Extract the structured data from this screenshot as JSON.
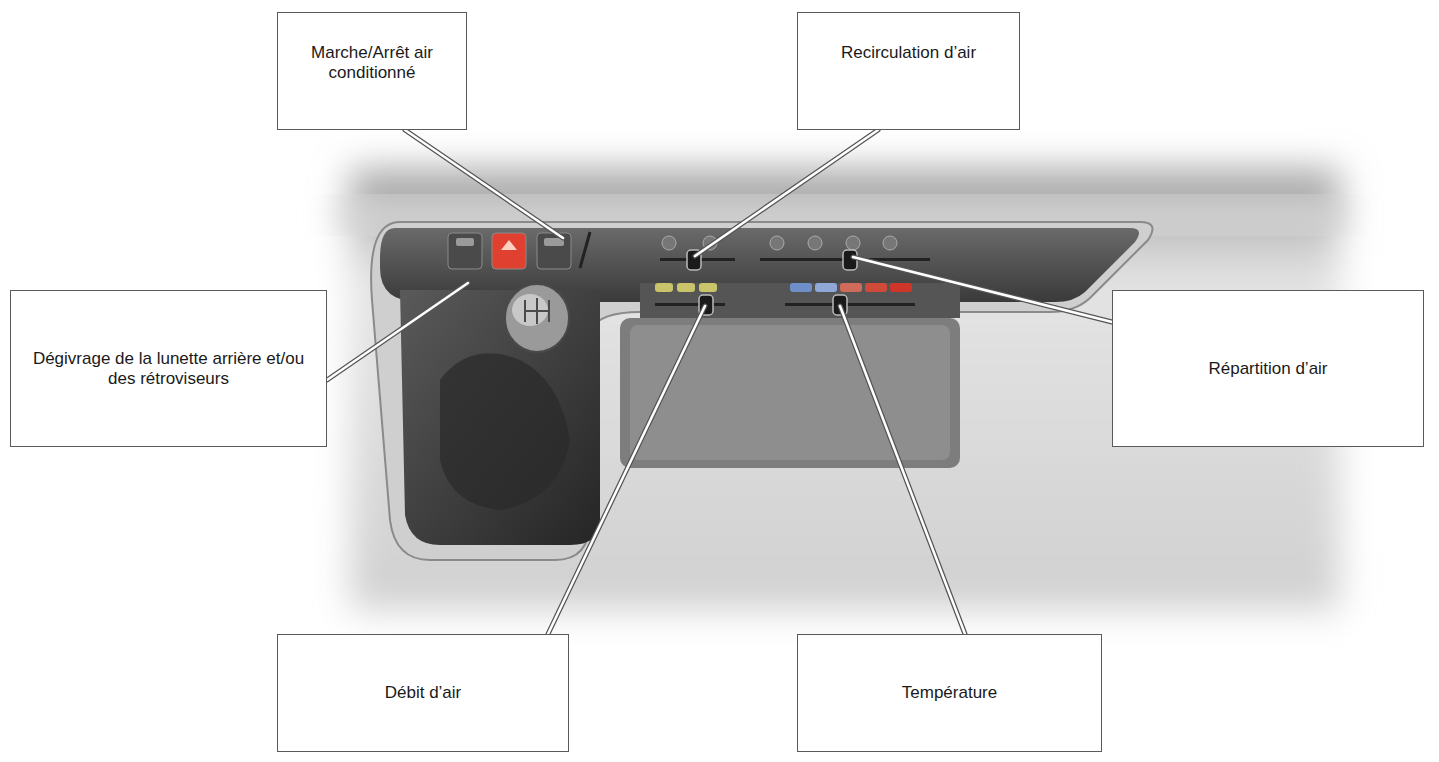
{
  "diagram": {
    "nodes": [
      {
        "text": [
          "Marche/Arrêt air conditionné"
        ]
      },
      {
        "text": [
          "Recirculation d’air"
        ]
      },
      {
        "text": [
          "Dégivrage de la lunette arrière et/ou des rétroviseurs"
        ]
      },
      {
        "text": [
          "Répartition d’air"
        ]
      },
      {
        "text": [
          "Débit d’air"
        ]
      },
      {
        "text": [
          "Température"
        ]
      }
    ]
  }
}
